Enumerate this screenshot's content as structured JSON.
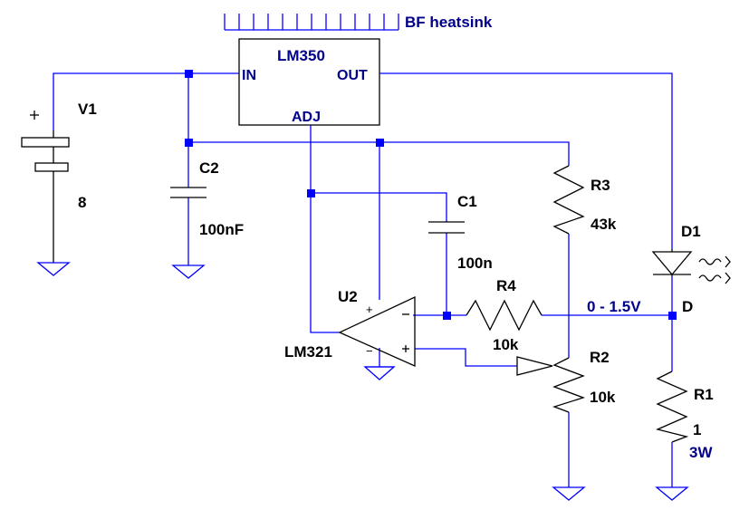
{
  "heatsink_label": "BF heatsink",
  "regulator": {
    "name": "LM350",
    "pin_in": "IN",
    "pin_out": "OUT",
    "pin_adj": "ADJ"
  },
  "source": {
    "name": "V1",
    "value": "8"
  },
  "capacitors": [
    {
      "name": "C2",
      "value": "100nF"
    },
    {
      "name": "C1",
      "value": "100n"
    }
  ],
  "resistors": [
    {
      "name": "R3",
      "value": "43k"
    },
    {
      "name": "R4",
      "value": "10k"
    },
    {
      "name": "R2",
      "value": "10k"
    },
    {
      "name": "R1",
      "value": "1",
      "rating": "3W"
    }
  ],
  "opamp": {
    "name": "U2",
    "model": "LM321",
    "plus": "+",
    "minus": "−"
  },
  "diode": {
    "name": "D1"
  },
  "net": {
    "name": "D",
    "range": "0 - 1.5V"
  },
  "colors": {
    "wire": "#0000ff",
    "label": "#00008b",
    "component": "#000000"
  }
}
